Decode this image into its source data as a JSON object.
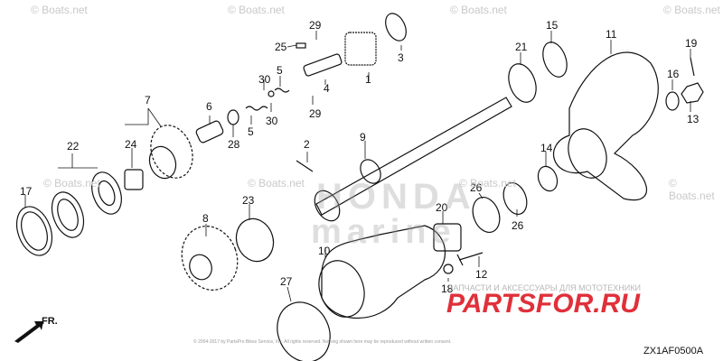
{
  "watermarks": {
    "boats": "© Boats.net"
  },
  "brand_watermark": {
    "line1": "HONDA",
    "line2": "marine"
  },
  "partsfor": {
    "text": "ЗАПЧАСТИ И АКСЕССУАРЫ ДЛЯ МОТОТЕХНИКИ",
    "logo": "PARTSFOR.RU",
    "logo_color": "#e0303a"
  },
  "copyright_line": "© 2004-2017 by PartsPro Bikes Service, Inc. All rights reserved. Nothing shown here may be reproduced without written consent.",
  "diagram_code": "ZX1AF0500A",
  "direction_label": "FR.",
  "callouts": [
    "1",
    "2",
    "3",
    "4",
    "5",
    "5",
    "6",
    "7",
    "8",
    "9",
    "10",
    "11",
    "12",
    "13",
    "14",
    "15",
    "16",
    "17",
    "18",
    "19",
    "20",
    "21",
    "22",
    "23",
    "24",
    "25",
    "26",
    "26",
    "27",
    "28",
    "29",
    "29",
    "30",
    "30"
  ]
}
